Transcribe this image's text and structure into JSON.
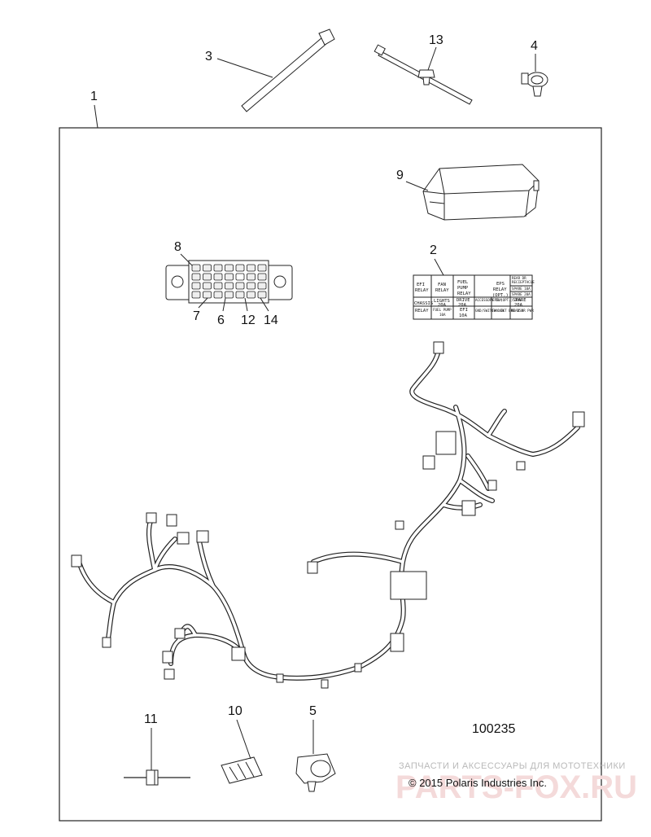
{
  "callouts": {
    "c1": "1",
    "c2": "2",
    "c3": "3",
    "c4": "4",
    "c5": "5",
    "c6": "6",
    "c7": "7",
    "c8": "8",
    "c9": "9",
    "c10": "10",
    "c11": "11",
    "c12": "12",
    "c13": "13",
    "c14": "14"
  },
  "part_code": "100235",
  "watermark": {
    "text": "ЗАПЧАСТИ И АКСЕССУАРЫ ДЛЯ МОТОТЕХНИКИ",
    "logo": "PARTS-FOX.RU"
  },
  "copyright": "© 2015 Polaris Industries Inc.",
  "fuse_label": {
    "efi_relay_1": "EFI",
    "efi_relay_2": "RELAY",
    "fan_relay_1": "FAN",
    "fan_relay_2": "RELAY",
    "fuel_1": "FUEL",
    "fuel_2": "PUMP",
    "fuel_3": "RELAY",
    "eps_1": "EPS",
    "eps_2": "RELAY",
    "eps_3": "(OPT.)",
    "rear_1": "REAR DR",
    "rear_2": "RECIEPTACLE",
    "spare_10": "SPARE 10A",
    "spare_20a": "SPARE 20A",
    "chassis_1": "CHASSIS",
    "chassis_2": "RELAY",
    "lights_1": "LIGHTS",
    "lights_2": "20A",
    "drive_1": "DRIVE",
    "drive_2": "20A",
    "accessory": "ACCESSORY 20A",
    "eps_opt": "EPS (OPT.) 30A",
    "spare_1": "SPARE",
    "spare_2": "20A",
    "fuelpump_fuse_1": "FUEL PUMP",
    "fuelpump_fuse_2": "10A",
    "efi_fuse_1": "EFI",
    "efi_fuse_2": "10A",
    "gndswitch": "GND/SWITCH 10A",
    "fanckt": "FAN CKT BKR 15A",
    "rearpwr": "REAR DR PWR"
  },
  "icons": {
    "item1": "wiring-harness-icon",
    "item3": "cable-tie-icon",
    "item13": "push-mount-cable-tie-icon",
    "item4": "harness-clip-icon",
    "item9": "fuse-box-cover-icon",
    "item8": "fuse-relay-box-icon",
    "item5": "connector-icon",
    "item10": "terminal-icon",
    "item11": "diode-icon"
  }
}
